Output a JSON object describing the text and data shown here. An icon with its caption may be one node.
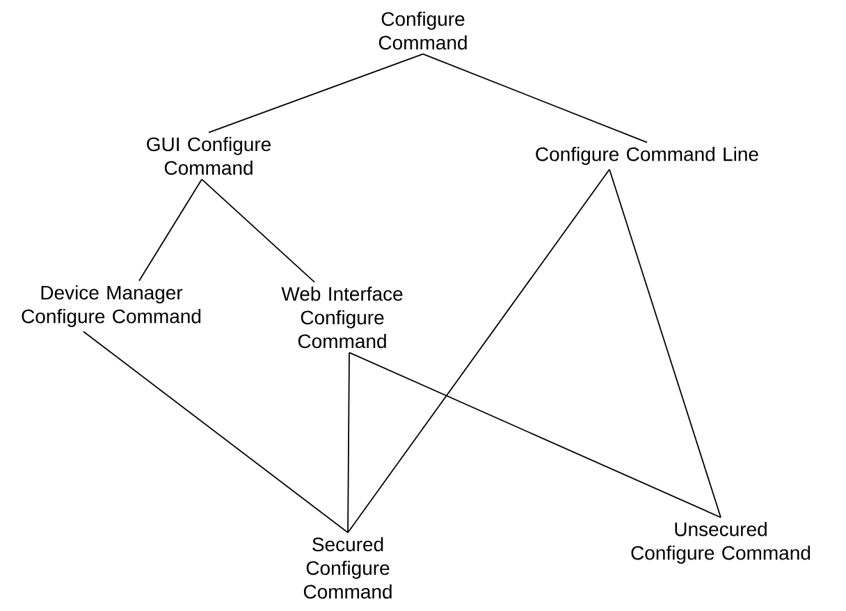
{
  "diagram": {
    "nodes": [
      {
        "text": [
          "Configure Command"
        ]
      },
      {
        "text": [
          "GUI Configure Command"
        ]
      },
      {
        "text": [
          "Configure Command Line"
        ]
      },
      {
        "text": [
          "Device Manager Configure Command"
        ]
      },
      {
        "text": [
          "Web Interface Configure Command"
        ]
      },
      {
        "text": [
          "Secured Configure Command"
        ]
      },
      {
        "text": [
          "Unsecured Configure Command"
        ]
      }
    ],
    "edges": [
      {
        "from": 0,
        "to": 1,
        "arrow": "none"
      },
      {
        "from": 0,
        "to": 2,
        "arrow": "none"
      },
      {
        "from": 1,
        "to": 3,
        "arrow": "none"
      },
      {
        "from": 1,
        "to": 4,
        "arrow": "none"
      },
      {
        "from": 3,
        "to": 5,
        "arrow": "none"
      },
      {
        "from": 4,
        "to": 5,
        "arrow": "none"
      },
      {
        "from": 4,
        "to": 6,
        "arrow": "none"
      },
      {
        "from": 2,
        "to": 5,
        "arrow": "none"
      },
      {
        "from": 2,
        "to": 6,
        "arrow": "none"
      }
    ]
  }
}
